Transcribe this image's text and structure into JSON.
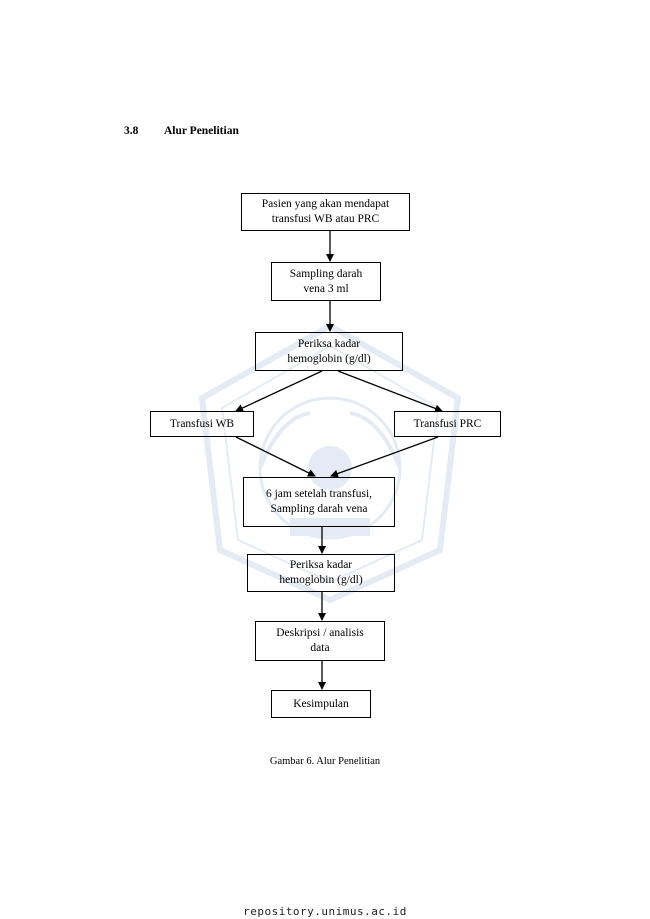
{
  "section": {
    "number": "3.8",
    "title": "Alur Penelitian"
  },
  "flowchart": {
    "nodes": {
      "pasien": "Pasien  yang akan mendapat\ntransfusi WB atau PRC",
      "sampling": "Sampling darah\nvena 3 ml",
      "periksa1": "Periksa kadar\nhemoglobin (g/dl)",
      "transfusi_wb": "Transfusi WB",
      "transfusi_prc": "Transfusi PRC",
      "setelah": "6 jam setelah transfusi,\nSampling darah vena",
      "periksa2": "Periksa kadar\nhemoglobin (g/dl)",
      "deskripsi": "Deskripsi / analisis\ndata",
      "kesimpulan": "Kesimpulan"
    }
  },
  "caption": "Gambar 6. Alur Penelitian",
  "footer": "repository.unimus.ac.id",
  "colors": {
    "ink": "#000000",
    "watermark": "#3a6fb0"
  }
}
